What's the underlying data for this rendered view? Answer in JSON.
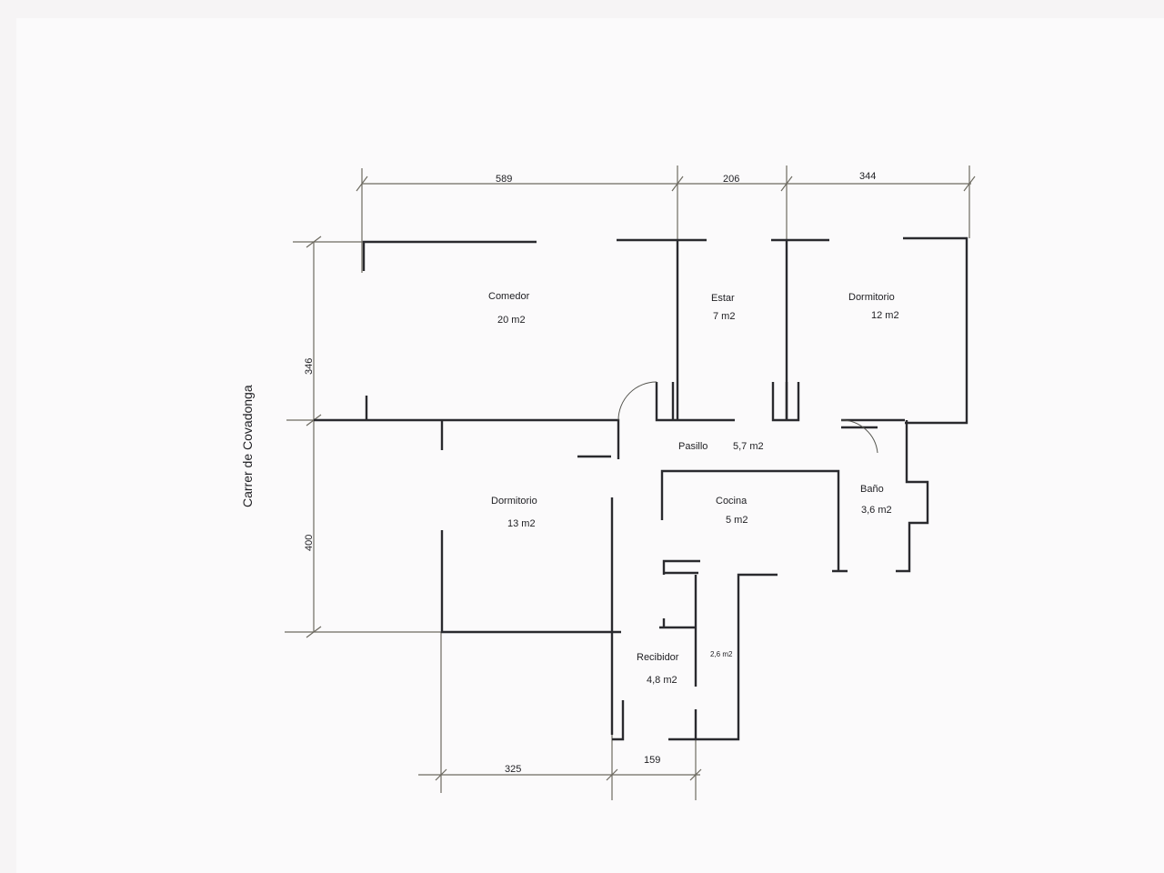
{
  "street": "Carrer de Covadonga",
  "dimensions": {
    "top": [
      "589",
      "206",
      "344"
    ],
    "left": [
      "346",
      "400"
    ],
    "bottom": [
      "325",
      "159"
    ]
  },
  "rooms": [
    {
      "name": "Comedor",
      "area": "20 m2"
    },
    {
      "name": "Estar",
      "area": "7 m2"
    },
    {
      "name": "Dormitorio",
      "area": "12 m2"
    },
    {
      "name": "Pasillo",
      "area": "5,7 m2"
    },
    {
      "name": "Dormitorio",
      "area": "13 m2"
    },
    {
      "name": "Cocina",
      "area": "5 m2"
    },
    {
      "name": "Baño",
      "area": "3,6 m2"
    },
    {
      "name": "Recibidor",
      "area": "4,8 m2"
    }
  ],
  "small_area": "2,6 m2"
}
